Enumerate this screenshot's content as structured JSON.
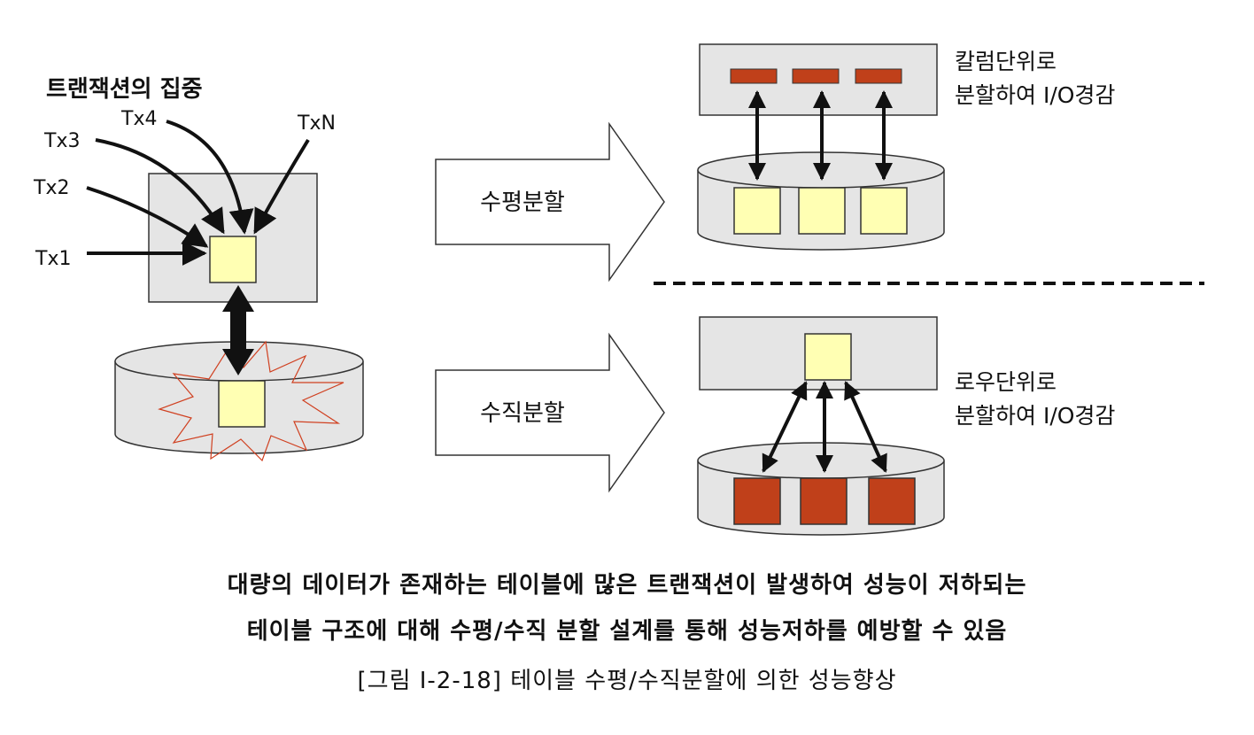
{
  "left": {
    "concentration_label": "트랜잭션의 집중",
    "transactions": [
      "Tx1",
      "Tx2",
      "Tx3",
      "Tx4",
      "TxN"
    ]
  },
  "arrows": {
    "horizontal_label": "수평분할",
    "vertical_label": "수직분할"
  },
  "right_top": {
    "note_line1": "칼럼단위로",
    "note_line2": "분할하여 I/O경감"
  },
  "right_bottom": {
    "note_line1": "로우단위로",
    "note_line2": "분할하여 I/O경감"
  },
  "caption": {
    "line1": "대량의 데이터가 존재하는 테이블에 많은 트랜잭션이 발생하여 성능이 저하되는",
    "line2": "테이블 구조에 대해 수평/수직 분할 설계를 통해 성능저하를 예방할 수 있음",
    "figure": "[그림 Ⅰ-2-18] 테이블 수평/수직분할에 의한 성능향상"
  },
  "colors": {
    "box_fill": "#e5e5e5",
    "cell_fill": "#ffffb3",
    "partition_fill": "#c0401a",
    "burst_stroke": "#d04020"
  }
}
